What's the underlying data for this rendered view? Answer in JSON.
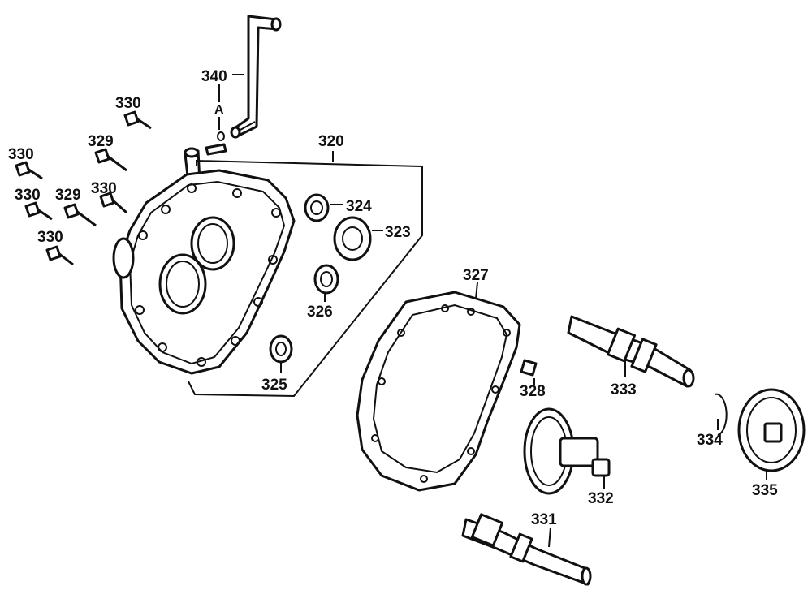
{
  "callouts": {
    "c340": "340",
    "cA": "A",
    "c320": "320",
    "c330a": "330",
    "c329a": "329",
    "c330b": "330",
    "c330c": "330",
    "c329b": "329",
    "c330d": "330",
    "c330e": "330",
    "c324": "324",
    "c323": "323",
    "c326": "326",
    "c325": "325",
    "c327": "327",
    "c328": "328",
    "c333": "333",
    "c334": "334",
    "c335": "335",
    "c332": "332",
    "c331": "331"
  }
}
